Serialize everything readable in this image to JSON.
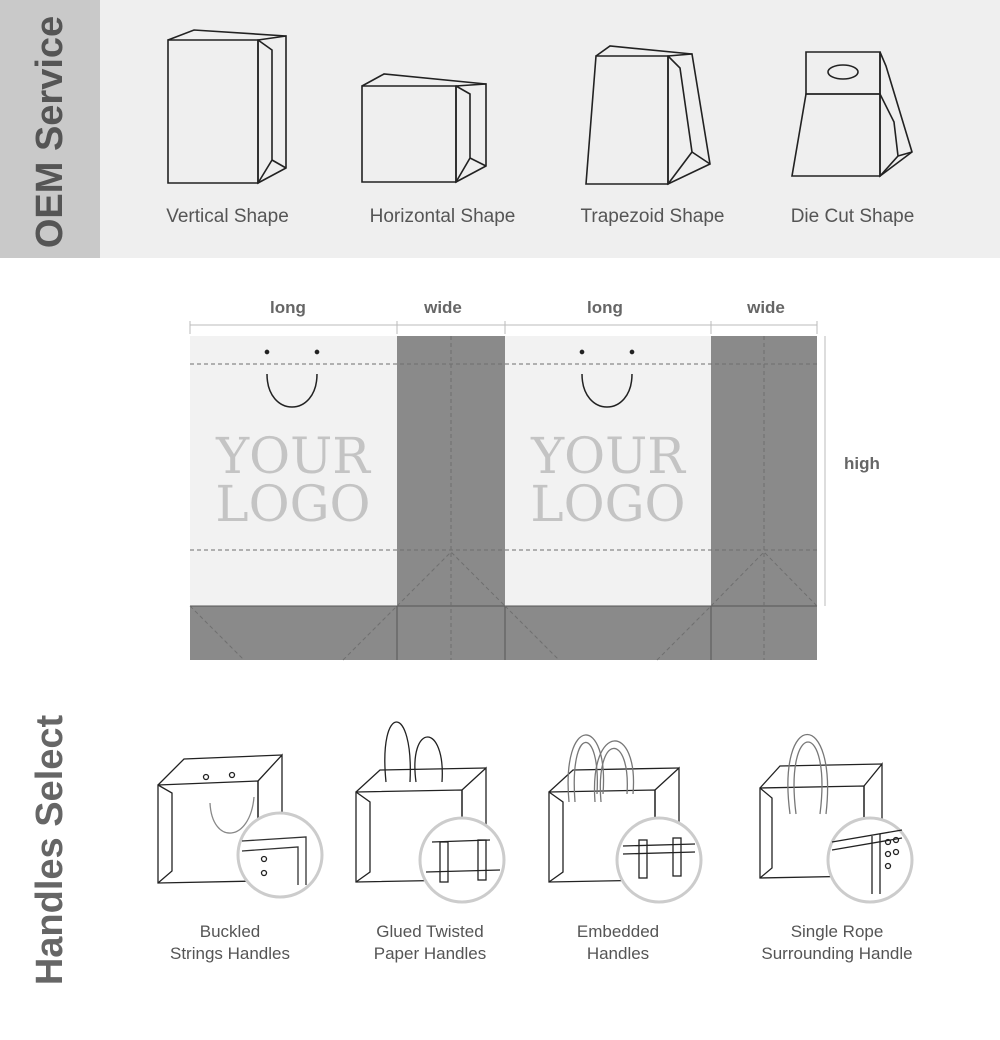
{
  "oem_section": {
    "title": "OEM Service",
    "shapes": [
      {
        "label": "Vertical Shape"
      },
      {
        "label": "Horizontal Shape"
      },
      {
        "label": "Trapezoid Shape"
      },
      {
        "label": "Die Cut Shape"
      }
    ]
  },
  "dieline": {
    "dimension_labels": [
      "long",
      "wide",
      "long",
      "wide"
    ],
    "height_label": "high",
    "logo_line1": "YOUR",
    "logo_line2": "LOGO"
  },
  "handles_section": {
    "title": "Handles Select",
    "options": [
      {
        "line1": "Buckled",
        "line2": "Strings Handles"
      },
      {
        "line1": "Glued Twisted",
        "line2": "Paper Handles"
      },
      {
        "line1": "Embedded",
        "line2": "Handles"
      },
      {
        "line1": "Single Rope",
        "line2": "Surrounding Handle"
      }
    ]
  },
  "colors": {
    "top_band": "#efefef",
    "side_tab": "#c9c9c9",
    "panel_gray": "#8a8a8a",
    "panel_light": "#f2f2f2"
  }
}
